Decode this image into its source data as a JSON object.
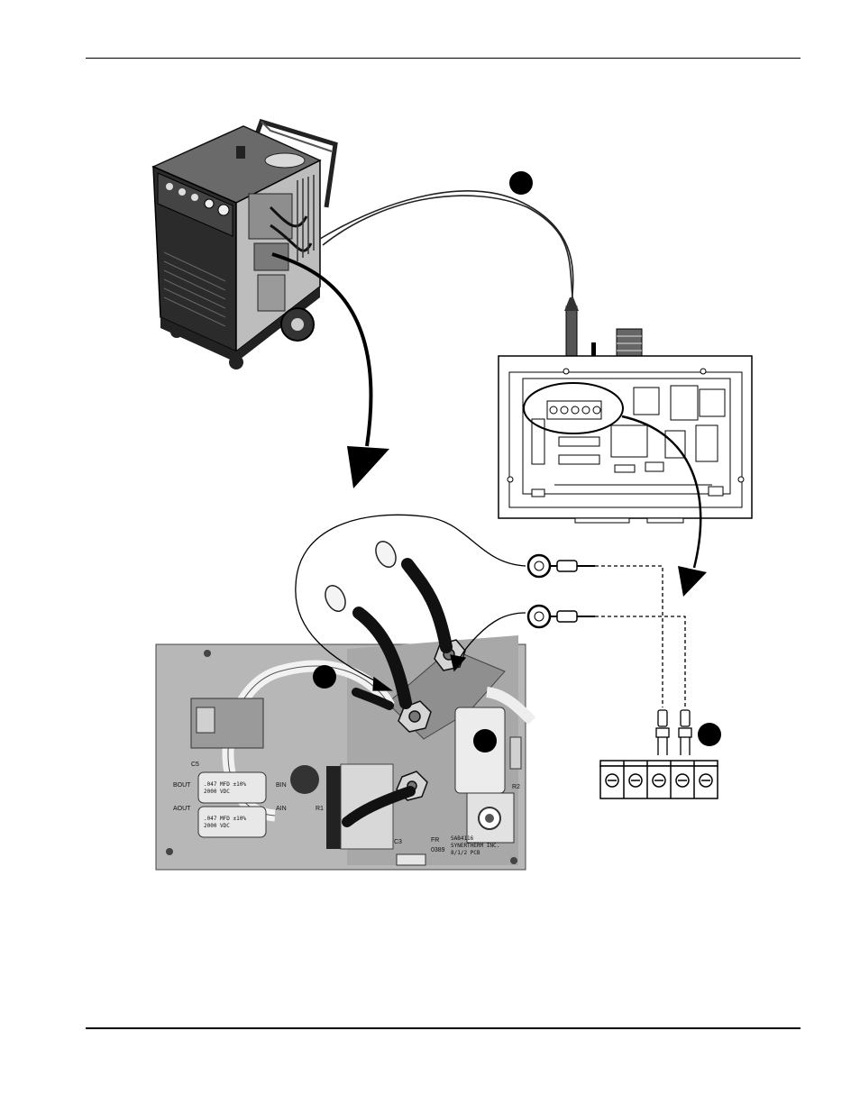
{
  "figure": {
    "board_labels": {
      "r1": "R1",
      "r2": "R2",
      "c5": "C5",
      "c3": "C3",
      "bout": "BOUT",
      "aout": "AOUT",
      "bin": "BIN",
      "ain": "AIN",
      "fr": "FR",
      "fr_code": "0389",
      "company_line1": "SAB4116",
      "company_line2": "SYNERTHERM INC.",
      "company_line3": "8/1/2 PCB",
      "cap_rating_1": ".047 MFD ±10%",
      "cap_rating_2": "2000 VDC",
      "cap_rating_3": ".047 MFD ±10%",
      "cap_rating_4": "2000 VDC"
    },
    "callouts": [
      "",
      "",
      "",
      ""
    ]
  }
}
